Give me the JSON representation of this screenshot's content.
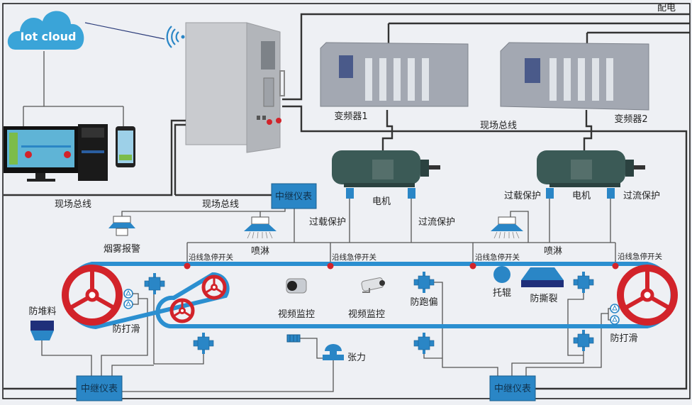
{
  "cloud": {
    "label": "Iot cloud"
  },
  "power_label": "配电",
  "fieldbus_labels": [
    "现场总线",
    "现场总线",
    "现场总线"
  ],
  "inverters": [
    "变频器1",
    "变频器2"
  ],
  "motors": [
    {
      "label": "电机",
      "overload": "过载保护",
      "overcurrent": "过流保护"
    },
    {
      "label": "电机",
      "overload": "过载保护",
      "overcurrent": "过流保护"
    }
  ],
  "relay_label": "中继仪表",
  "estop_label": "沿线急停开关",
  "sprinkler_label": "喷淋",
  "smoke_label": "烟雾报警",
  "pileup_label": "防堆料",
  "antislip_label": "防打滑",
  "video_label": "视频监控",
  "deviation_label": "防跑偏",
  "idler_label": "托辊",
  "antitear_label": "防撕裂",
  "tension_label": "张力",
  "colors": {
    "belt": "#2b8fd0",
    "pulley": "#d2232a",
    "device": "#2a86c6",
    "relay": "#2a86c6",
    "antitear": "#1f2f7a"
  }
}
